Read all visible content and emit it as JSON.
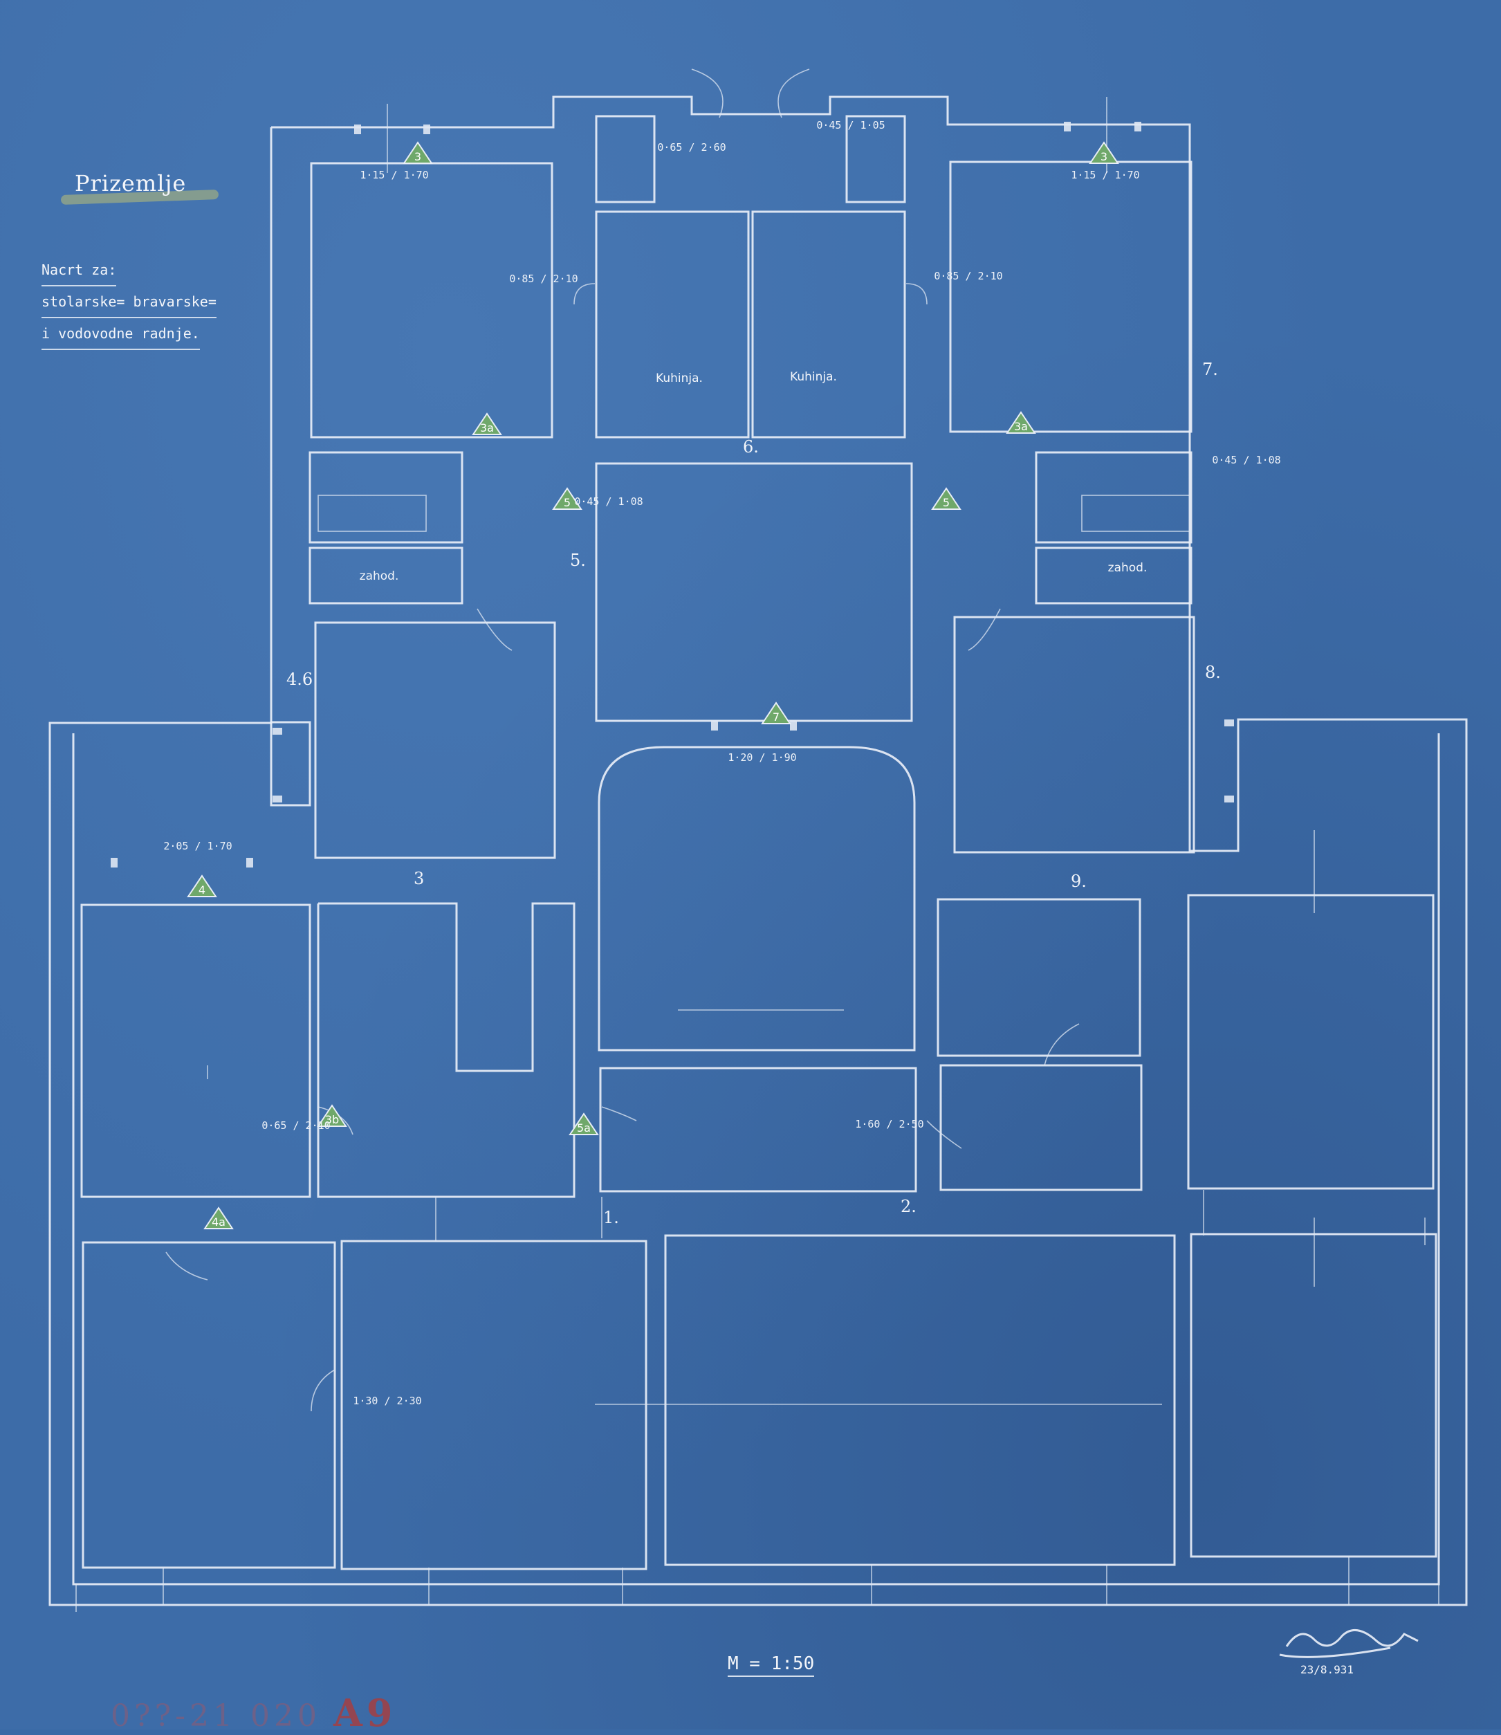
{
  "title": "Prizemlje",
  "notes": {
    "line1": "Nacrt za:",
    "line2": "stolarske= bravarske=",
    "line3": "i vodovodne radnje."
  },
  "rooms": {
    "kitchen_left": "Kuhinja.",
    "kitchen_right": "Kuhinja.",
    "wc_left": "zahod.",
    "wc_right": "zahod."
  },
  "point_numbers": [
    "1.",
    "2.",
    "3",
    "4.6",
    "5.",
    "6.",
    "7.",
    "8.",
    "9."
  ],
  "dimensions": {
    "d1": "1·15 / 1·70",
    "d2": "0·85 / 2·10",
    "d3": "0·45 / 1·08",
    "d4": "1·20 / 1·90",
    "d5": "2·05 / 1·70",
    "d6": "1·60 / 2·50",
    "d7": "1·30 / 2·30",
    "d8": "0·65 / 2·10",
    "d9": "0·45 / 1·05",
    "d10": "0·65 / 2·60"
  },
  "door_marks": {
    "m3": "3",
    "m3a": "3a",
    "m4": "4",
    "m4a": "4a",
    "m5": "5",
    "m5a": "5a",
    "m3b": "3b",
    "m7": "7"
  },
  "scale": "M = 1:50",
  "date": "23/8.931",
  "archive_mark": "0??-21 020",
  "archive_mark_big": "A9",
  "colors": {
    "paper": "#3d6ca8",
    "lines": "#e8eef7",
    "door_marks": "#6fa86a",
    "highlight": "#8fa38a"
  }
}
